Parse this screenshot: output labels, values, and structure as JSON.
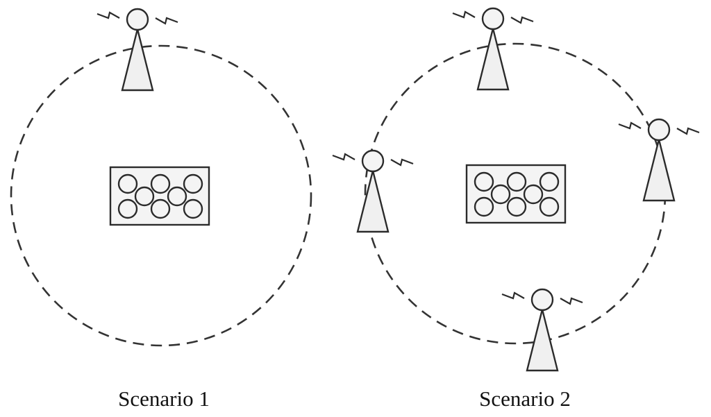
{
  "scenarios": [
    {
      "caption": "Scenario 1",
      "base_station_count": 1,
      "device_count": 8
    },
    {
      "caption": "Scenario 2",
      "base_station_count": 4,
      "device_count": 8
    }
  ]
}
